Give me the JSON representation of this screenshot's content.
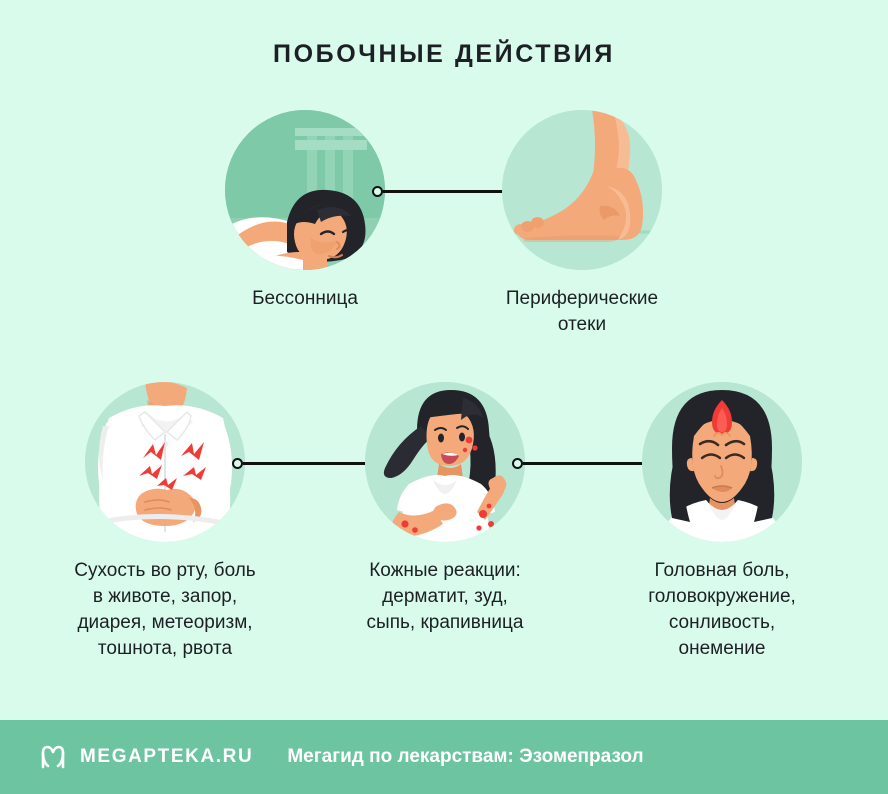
{
  "page": {
    "title": "ПОБОЧНЫЕ ДЕЙСТВИЯ",
    "background_color": "#d9fbec",
    "text_color": "#1c2024"
  },
  "colors": {
    "background": "#d9fbec",
    "circle_light": "#b7e7d2",
    "circle_mid": "#7ec9a8",
    "footer_bar": "#6cc4a1",
    "connector": "#111111",
    "accent_red": "#f03b36",
    "skin": "#f4a97a",
    "hair_dark": "#23242a",
    "shirt_white": "#ffffff"
  },
  "rows": [
    {
      "id": "row-top",
      "nodes": [
        {
          "id": "insomnia",
          "icon": "sleeping-woman-icon",
          "circle_tone": "mid",
          "caption": "Бессонница"
        },
        {
          "id": "peripheral-edema",
          "icon": "swollen-foot-icon",
          "circle_tone": "light",
          "caption": "Периферические\nотеки"
        }
      ]
    },
    {
      "id": "row-bottom",
      "nodes": [
        {
          "id": "gastrointestinal",
          "icon": "stomach-pain-icon",
          "circle_tone": "light",
          "caption": "Сухость во рту, боль\nв животе, запор,\nдиарея, метеоризм,\nтошнота, рвота"
        },
        {
          "id": "skin-reactions",
          "icon": "skin-rash-woman-icon",
          "circle_tone": "light",
          "caption": "Кожные реакции:\nдерматит, зуд,\nсыпь, крапивница"
        },
        {
          "id": "headache",
          "icon": "headache-woman-icon",
          "circle_tone": "light",
          "caption": "Головная боль,\nголовокружение,\nсонливость,\nонемение"
        }
      ]
    }
  ],
  "footer": {
    "logo_icon": "megapteka-m-logo",
    "brand": "MEGAPTEKA.RU",
    "tagline": "Мегагид по лекарствам: Эзомепразол"
  }
}
